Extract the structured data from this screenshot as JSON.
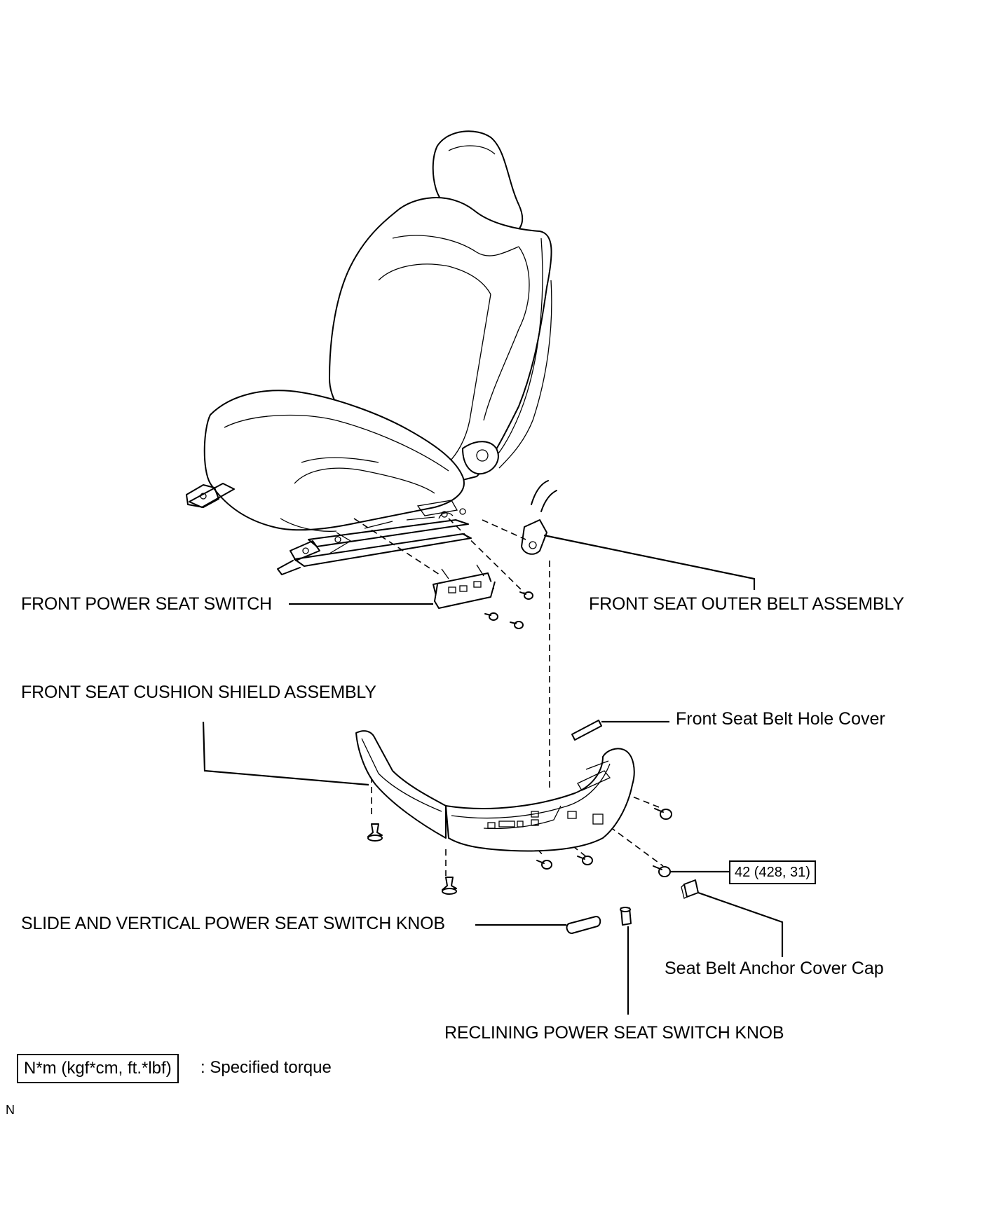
{
  "labels": {
    "front_power_seat_switch": "FRONT POWER SEAT SWITCH",
    "front_seat_outer_belt_assembly": "FRONT SEAT OUTER BELT ASSEMBLY",
    "front_seat_cushion_shield_assembly": "FRONT SEAT CUSHION SHIELD ASSEMBLY",
    "front_seat_belt_hole_cover": "Front Seat Belt Hole Cover",
    "slide_vertical_knob": "SLIDE AND VERTICAL POWER SEAT SWITCH KNOB",
    "seat_belt_anchor_cover_cap": "Seat Belt Anchor Cover Cap",
    "reclining_knob": "RECLINING POWER SEAT SWITCH KNOB"
  },
  "torque": {
    "value": "42 (428, 31)"
  },
  "legend": {
    "unit_box": "N*m (kgf*cm, ft.*lbf)",
    "description": ": Specified torque"
  },
  "corner_mark": "N"
}
